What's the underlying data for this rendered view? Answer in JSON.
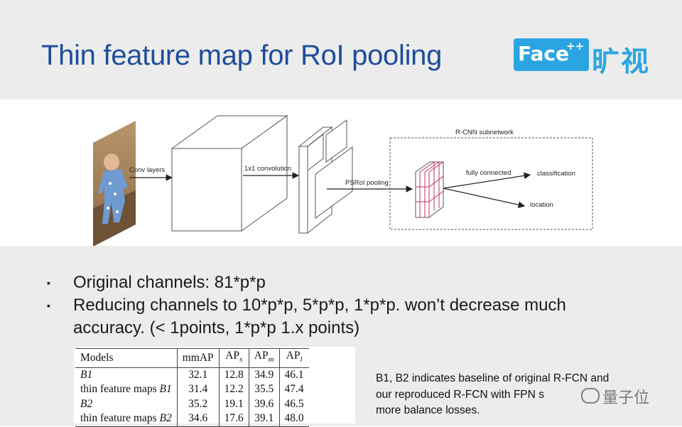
{
  "slide": {
    "title": "Thin feature map for RoI pooling"
  },
  "logo": {
    "brand": "Face",
    "superscript": "++",
    "chinese": "旷视"
  },
  "diagram": {
    "labels": {
      "conv_layers": "Conv layers",
      "conv1x1": "1x1 convolution",
      "psroi": "PSRoI pooling",
      "rcnn_subnetwork": "R-CNN subnetwork",
      "fully_connected": "fully connected",
      "classification": "classification",
      "location": "location"
    },
    "colors": {
      "grid_lines": "#c0335a",
      "outline": "#555555"
    }
  },
  "bullets": [
    "Original channels: 81*p*p",
    "Reducing channels to 10*p*p, 5*p*p, 1*p*p. won’t decrease much accuracy. (< 1points,  1*p*p 1.x points)"
  ],
  "bullet_marker": "▪",
  "table": {
    "headers": {
      "models": "Models",
      "mmap": "mmAP",
      "ap": "AP",
      "s": "s",
      "m": "m",
      "l": "l"
    },
    "rows": [
      {
        "prefix": "",
        "model": "B1",
        "mmap": "32.1",
        "aps": "12.8",
        "apm": "34.9",
        "apl": "46.1"
      },
      {
        "prefix": "thin feature maps ",
        "model": "B1",
        "mmap": "31.4",
        "aps": "12.2",
        "apm": "35.5",
        "apl": "47.4"
      },
      {
        "prefix": "",
        "model": "B2",
        "mmap": "35.2",
        "aps": "19.1",
        "apm": "39.6",
        "apl": "46.5"
      },
      {
        "prefix": "thin feature maps ",
        "model": "B2",
        "mmap": "34.6",
        "aps": "17.6",
        "apm": "39.1",
        "apl": "48.0"
      }
    ]
  },
  "note": {
    "line1": "B1, B2 indicates baseline of original R-FCN and",
    "line2": "our reproduced R-FCN with  FPN s",
    "line3": "more balance losses."
  },
  "watermark": {
    "text": "量子位"
  }
}
